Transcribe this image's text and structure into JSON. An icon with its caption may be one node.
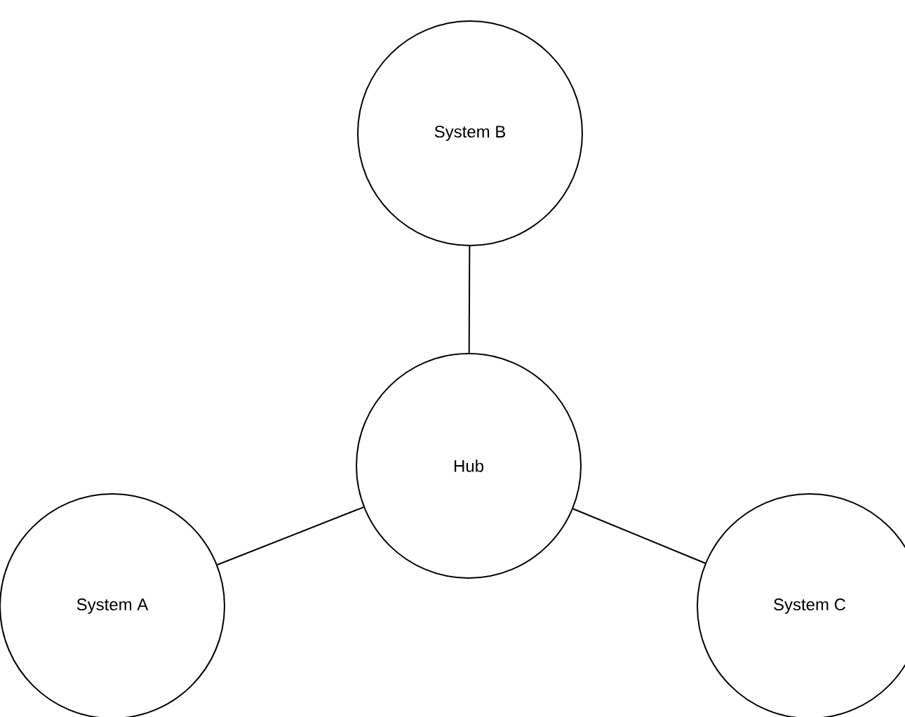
{
  "diagram": {
    "nodes": [
      {
        "text": [
          "System B"
        ]
      },
      {
        "text": [
          "Hub"
        ]
      },
      {
        "text": [
          "System A"
        ]
      },
      {
        "text": [
          "System C"
        ]
      }
    ],
    "edges": [
      {
        "from": 0,
        "to": 1,
        "arrow": "none"
      },
      {
        "from": 1,
        "to": 2,
        "arrow": "none"
      },
      {
        "from": 1,
        "to": 3,
        "arrow": "none"
      }
    ]
  }
}
